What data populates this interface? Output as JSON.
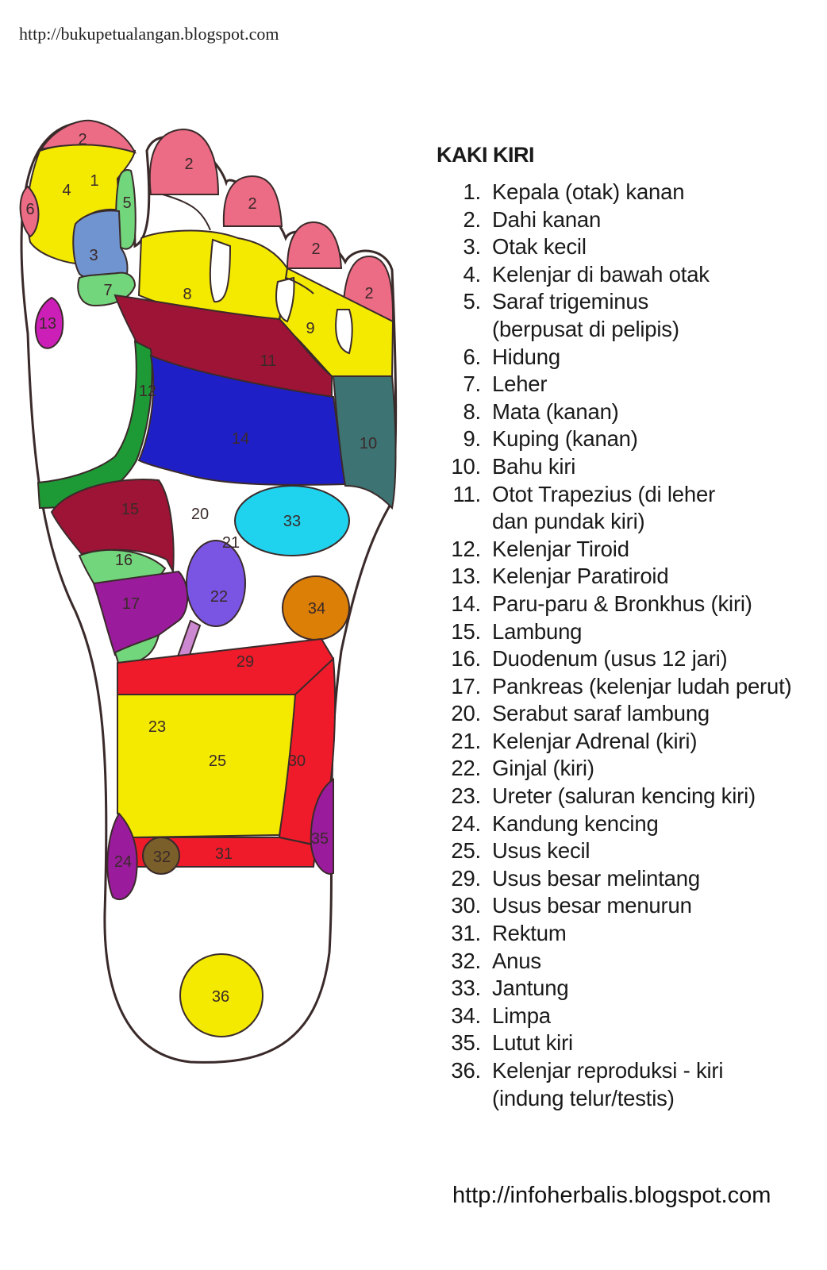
{
  "source_url_top": "http://bukupetualangan.blogspot.com",
  "source_url_bottom": "http://infoherbalis.blogspot.com",
  "legend_title": "KAKI KIRI",
  "legend": [
    {
      "num": "1.",
      "text": "Kepala (otak) kanan"
    },
    {
      "num": "2.",
      "text": "Dahi kanan"
    },
    {
      "num": "3.",
      "text": "Otak kecil"
    },
    {
      "num": "4.",
      "text": "Kelenjar di bawah otak"
    },
    {
      "num": "5.",
      "text": "Saraf trigeminus\n(berpusat di pelipis)"
    },
    {
      "num": "6.",
      "text": "Hidung"
    },
    {
      "num": "7.",
      "text": "Leher"
    },
    {
      "num": "8.",
      "text": "Mata (kanan)"
    },
    {
      "num": "9.",
      "text": "Kuping (kanan)"
    },
    {
      "num": "10.",
      "text": "Bahu kiri"
    },
    {
      "num": "11.",
      "text": "Otot Trapezius (di leher\ndan pundak kiri)"
    },
    {
      "num": "12.",
      "text": "Kelenjar Tiroid"
    },
    {
      "num": "13.",
      "text": "Kelenjar Paratiroid"
    },
    {
      "num": "14.",
      "text": "Paru-paru & Bronkhus (kiri)"
    },
    {
      "num": "15.",
      "text": "Lambung"
    },
    {
      "num": "16.",
      "text": "Duodenum (usus 12 jari)"
    },
    {
      "num": "17.",
      "text": "Pankreas (kelenjar ludah perut)"
    },
    {
      "num": "20.",
      "text": "Serabut saraf lambung"
    },
    {
      "num": "21.",
      "text": "Kelenjar Adrenal (kiri)"
    },
    {
      "num": "22.",
      "text": "Ginjal (kiri)"
    },
    {
      "num": "23.",
      "text": "Ureter (saluran kencing kiri)"
    },
    {
      "num": "24.",
      "text": "Kandung kencing"
    },
    {
      "num": "25.",
      "text": "Usus kecil"
    },
    {
      "num": "29.",
      "text": "Usus besar melintang"
    },
    {
      "num": "30.",
      "text": "Usus besar menurun"
    },
    {
      "num": "31.",
      "text": "Rektum"
    },
    {
      "num": "32.",
      "text": "Anus"
    },
    {
      "num": "33.",
      "text": "Jantung"
    },
    {
      "num": "34.",
      "text": "Limpa"
    },
    {
      "num": "35.",
      "text": "Lutut kiri"
    },
    {
      "num": "36.",
      "text": "Kelenjar reproduksi - kiri\n(indung telur/testis)"
    }
  ],
  "zone_labels": {
    "z1": "1",
    "z2": "2",
    "z3": "3",
    "z4": "4",
    "z5": "5",
    "z6": "6",
    "z7": "7",
    "z8": "8",
    "z9": "9",
    "z10": "10",
    "z11": "11",
    "z12": "12",
    "z13": "13",
    "z14": "14",
    "z15": "15",
    "z16": "16",
    "z17": "17",
    "z20": "20",
    "z21": "21",
    "z22": "22",
    "z23": "23",
    "z24": "24",
    "z25": "25",
    "z29": "29",
    "z30": "30",
    "z31": "31",
    "z32": "32",
    "z33": "33",
    "z34": "34",
    "z35": "35",
    "z36": "36"
  },
  "colors": {
    "pink": "#ec6b85",
    "yellow": "#f4ea00",
    "blue_grey": "#6f94cf",
    "light_green": "#72d67c",
    "magenta": "#cc1fb8",
    "dark_red": "#9e1436",
    "green": "#1d9a35",
    "blue": "#1f1fc8",
    "teal": "#3d7372",
    "purple": "#9a1c9c",
    "light_purple": "#7a55e3",
    "cyan": "#1fd3ee",
    "orange": "#dc7f06",
    "red": "#f01b2a",
    "olive": "#7a5f2a",
    "lilac": "#cc88d0"
  }
}
